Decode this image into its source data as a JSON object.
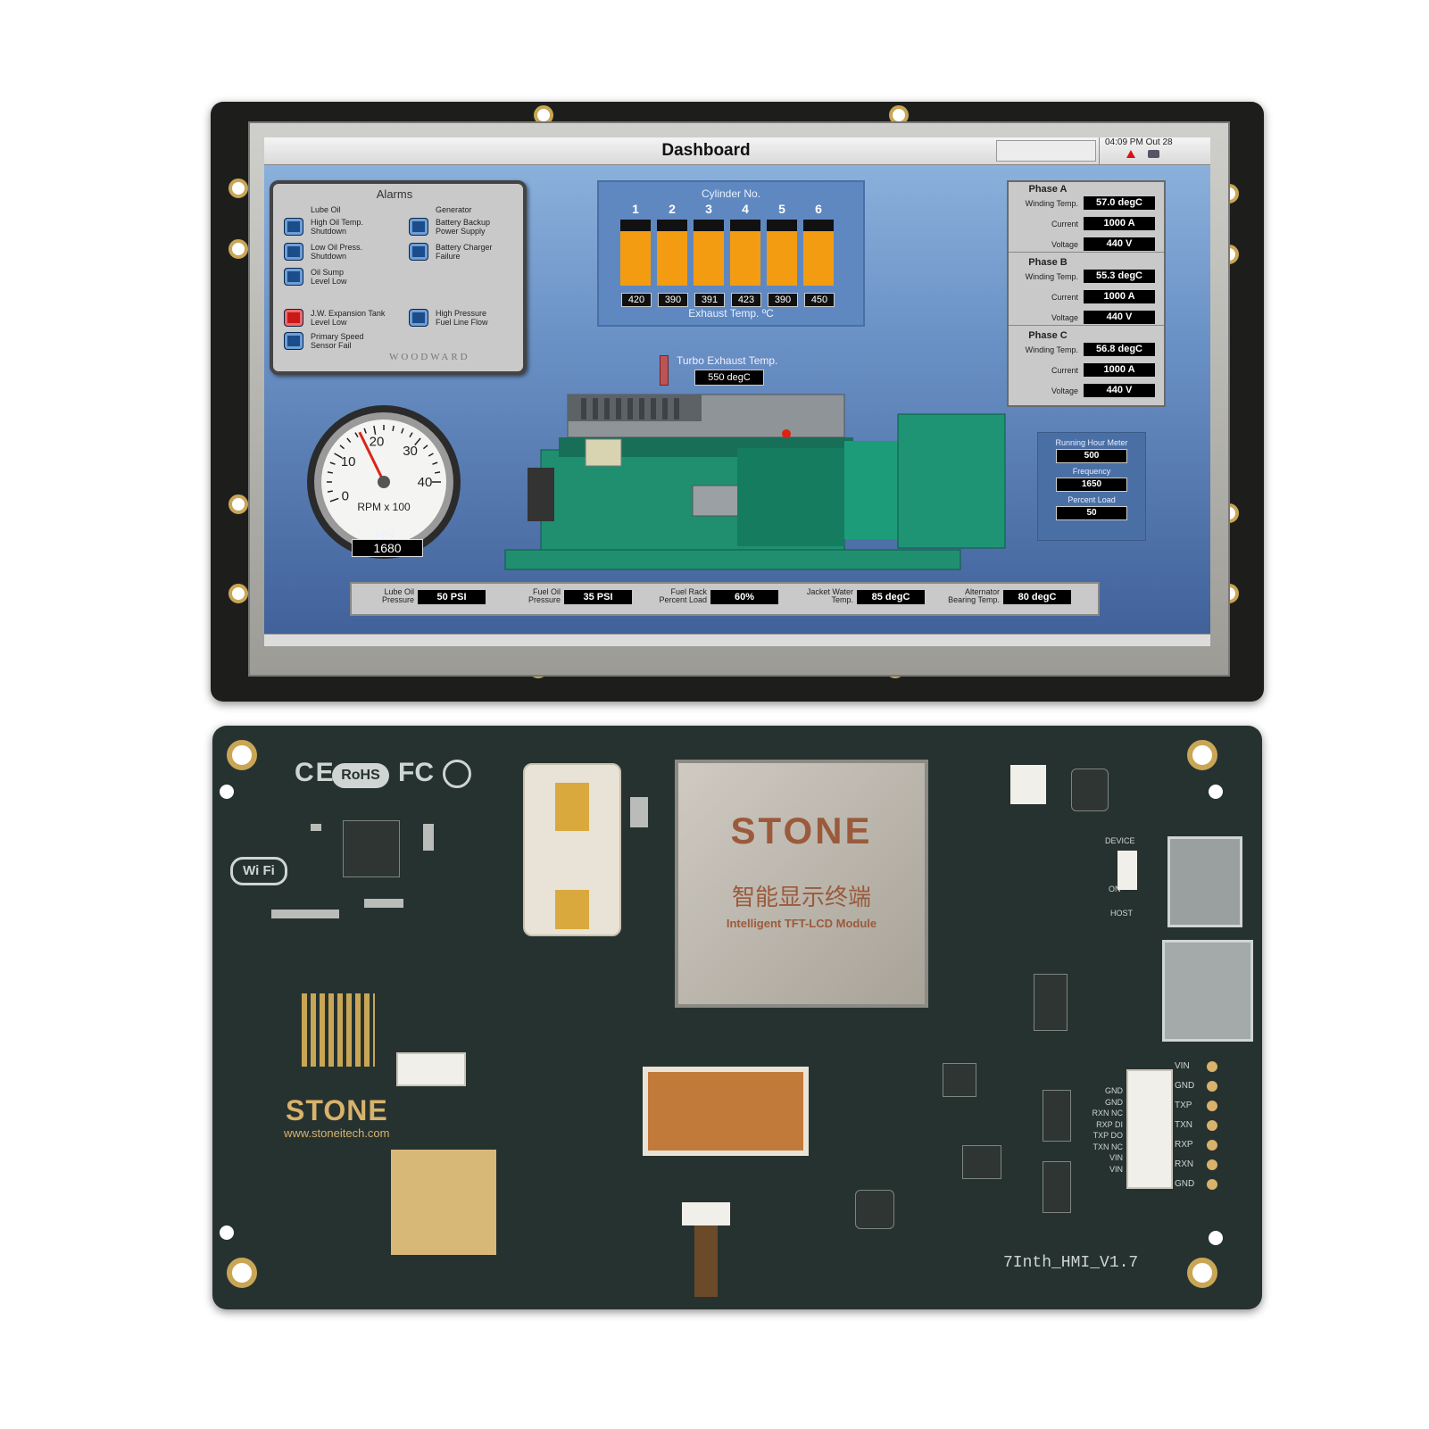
{
  "dashboard": {
    "title": "Dashboard",
    "clock": "04:09 PM Out 28",
    "alarms": {
      "title": "Alarms",
      "brand": "WOODWARD",
      "col1_header": "Lube Oil",
      "col2_header": "Generator",
      "items": [
        {
          "label": "High Oil Temp.\nShutdown",
          "state": "blue"
        },
        {
          "label": "Low Oil Press.\nShutdown",
          "state": "blue"
        },
        {
          "label": "Oil Sump\nLevel Low",
          "state": "blue"
        },
        {
          "label": "J.W. Expansion Tank\nLevel Low",
          "state": "red"
        },
        {
          "label": "Primary Speed\nSensor Fail",
          "state": "blue"
        },
        {
          "label": "Battery Backup\nPower Supply",
          "state": "blue"
        },
        {
          "label": "Battery Charger\nFailure",
          "state": "blue"
        },
        {
          "label": "High Pressure\nFuel Line Flow",
          "state": "blue"
        }
      ]
    },
    "cylinders": {
      "title": "Cylinder No.",
      "numbers": [
        "1",
        "2",
        "3",
        "4",
        "5",
        "6"
      ],
      "values": [
        "420",
        "390",
        "391",
        "423",
        "390",
        "450"
      ],
      "fill_levels": [
        0.82,
        0.82,
        0.82,
        0.82,
        0.82,
        0.82
      ],
      "footer": "Exhaust Temp. ºC"
    },
    "phases": [
      {
        "title": "Phase A",
        "winding_label": "Winding Temp.",
        "winding": "57.0 degC",
        "current_label": "Current",
        "current": "1000 A",
        "voltage_label": "Voltage",
        "voltage": "440 V"
      },
      {
        "title": "Phase B",
        "winding_label": "Winding Temp.",
        "winding": "55.3 degC",
        "current_label": "Current",
        "current": "1000 A",
        "voltage_label": "Voltage",
        "voltage": "440 V"
      },
      {
        "title": "Phase C",
        "winding_label": "Winding Temp.",
        "winding": "56.8 degC",
        "current_label": "Current",
        "current": "1000 A",
        "voltage_label": "Voltage",
        "voltage": "440 V"
      }
    ],
    "turbo": {
      "label": "Turbo Exhaust Temp.",
      "value": "550 degC"
    },
    "gauge": {
      "ticks": [
        "0",
        "10",
        "20",
        "30",
        "40"
      ],
      "unit": "RPM x 100",
      "label": "RPM",
      "value": "1680",
      "needle_value": 16.8
    },
    "meters": {
      "running_label": "Running Hour Meter",
      "running": "500",
      "frequency_label": "Frequency",
      "frequency": "1650",
      "load_label": "Percent Load",
      "load": "50"
    },
    "status": [
      {
        "label": "Lube Oil\nPressure",
        "value": "50 PSI"
      },
      {
        "label": "Fuel Oil\nPressure",
        "value": "35 PSI"
      },
      {
        "label": "Fuel Rack\nPercent Load",
        "value": "60%"
      },
      {
        "label": "Jacket Water\nTemp.",
        "value": "85 degC"
      },
      {
        "label": "Alternator\nBearing Temp.",
        "value": "80 degC"
      }
    ],
    "colors": {
      "bar": "#f39c12",
      "screen": "#6a91c5",
      "engine": "#1f8f70"
    }
  },
  "pcb": {
    "cert": "CE",
    "rohs": "RoHS",
    "fc": "FC",
    "wifi": "Wi Fi",
    "brand": "STONE",
    "url": "www.stoneitech.com",
    "shield_brand": "STONE",
    "shield_cn": "智能显示终端",
    "shield_sub": "Intelligent TFT-LCD Module",
    "version": "7Inth_HMI_V1.7",
    "device_label": "DEVICE",
    "host_label": "HOST",
    "on_label": "ON",
    "pins": [
      "VIN",
      "GND",
      "TXP",
      "TXN",
      "RXP",
      "RXN",
      "GND"
    ],
    "signals": [
      "GND",
      "GND",
      "RXN NC",
      "RXP DI",
      "TXP DO",
      "TXN NC",
      "VIN",
      "VIN"
    ]
  }
}
